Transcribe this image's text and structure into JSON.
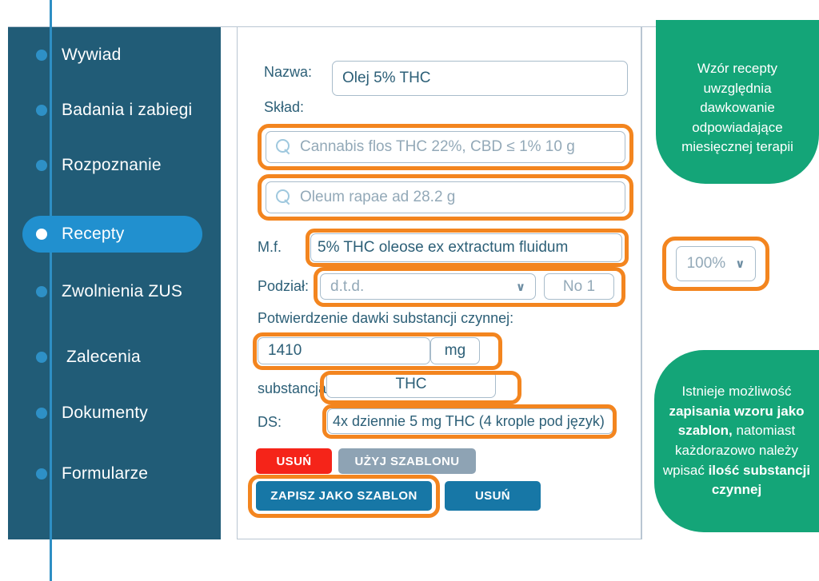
{
  "sidebar": {
    "items": [
      {
        "label": "Wywiad",
        "active": false
      },
      {
        "label": "Badania i zabiegi",
        "active": false
      },
      {
        "label": "Rozpoznanie",
        "active": false
      },
      {
        "label": "Recepty",
        "active": true
      },
      {
        "label": "Zwolnienia ZUS",
        "active": false
      },
      {
        "label": "Zalecenia",
        "active": false
      },
      {
        "label": "Dokumenty",
        "active": false
      },
      {
        "label": "Formularze",
        "active": false
      }
    ]
  },
  "form": {
    "name_label": "Nazwa:",
    "name_value": "Olej 5% THC",
    "composition_label": "Skład:",
    "ingredient_1_placeholder": "Cannabis flos THC 22%, CBD ≤ 1% 10 g",
    "ingredient_2_placeholder": "Oleum rapae ad 28.2 g",
    "mf_label": "M.f.",
    "mf_value": "5% THC oleose ex extractum fluidum",
    "division_label": "Podział:",
    "division_select_value": "d.t.d.",
    "division_caret": "∨",
    "division_count": "No 1",
    "dose_confirm_label": "Potwierdzenie dawki substancji czynnej:",
    "dose_value": "1410",
    "dose_unit": "mg",
    "substance_label": "substancja",
    "substance_value": "THC",
    "ds_label": "DS:",
    "ds_value": "4x dziennie 5 mg THC (4 krople pod język)"
  },
  "zoom_select": {
    "value": "100%",
    "caret": "∨"
  },
  "buttons": {
    "delete_top": "USUŃ",
    "use_template": "UŻYJ SZABLONU",
    "save_as_template": "ZAPISZ JAKO SZABLON",
    "delete_bottom": "USUŃ"
  },
  "callouts": {
    "top": "Wzór recepty uwzględnia dawkowanie odpowiadające miesięcznej terapii",
    "bottom_parts": [
      {
        "text": "Istnieje możliwość ",
        "bold": false
      },
      {
        "text": "zapisania wzoru jako szablon,",
        "bold": true
      },
      {
        "text": " natomiast każdorazowo należy wpisać ",
        "bold": false
      },
      {
        "text": "ilość substancji czynnej",
        "bold": true
      }
    ]
  },
  "colors": {
    "sidebar_bg": "#215c77",
    "accent_blue": "#2190cf",
    "highlight_orange": "#f3851f",
    "callout_green": "#14a578",
    "danger_red": "#f52419",
    "button_blue": "#1777a6",
    "muted_grey": "#8ea3b4"
  }
}
